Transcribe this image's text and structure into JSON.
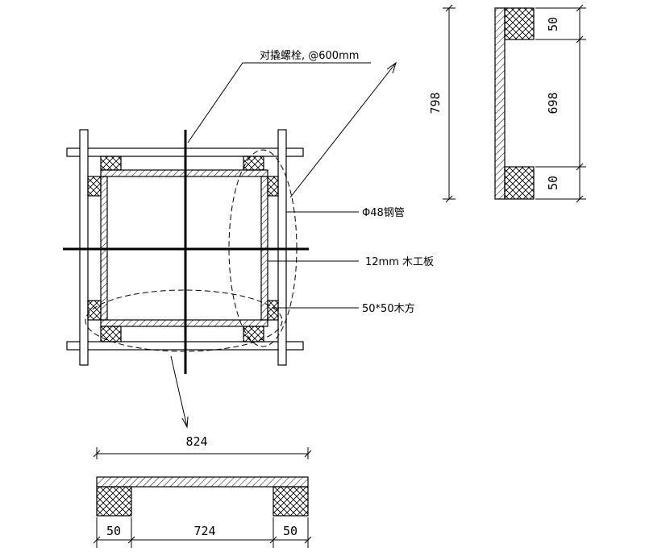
{
  "annotations": {
    "bolt": "对撬螺栓, @600mm",
    "pipe": "Φ48钢管",
    "plywood": "12mm 木工板",
    "timber": "50*50木方"
  },
  "dimensions": {
    "side_total": "798",
    "side_top": "50",
    "side_mid": "698",
    "side_bottom": "50",
    "bottom_total": "824",
    "bottom_left": "50",
    "bottom_mid": "724",
    "bottom_right": "50"
  }
}
